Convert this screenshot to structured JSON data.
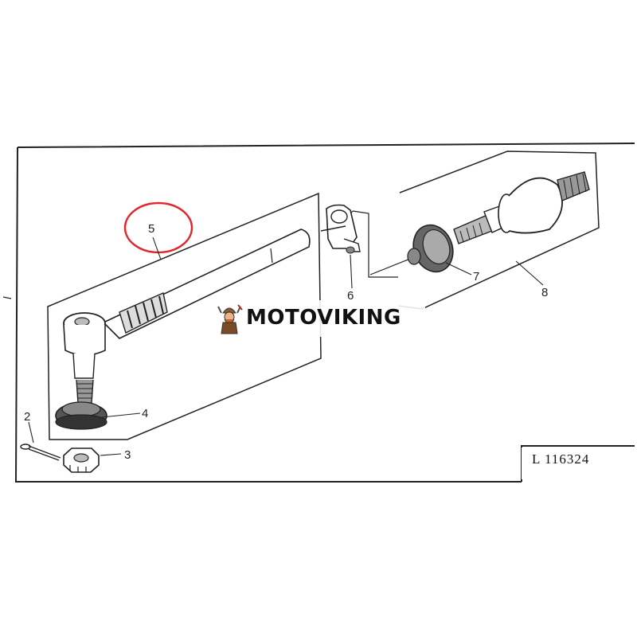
{
  "diagram": {
    "reference_code": "L 116324",
    "callouts": [
      {
        "id": "1",
        "label": ""
      },
      {
        "id": "2",
        "label": "2"
      },
      {
        "id": "3",
        "label": "3"
      },
      {
        "id": "4",
        "label": "4"
      },
      {
        "id": "5",
        "label": "5"
      },
      {
        "id": "6",
        "label": "6"
      },
      {
        "id": "7",
        "label": "7"
      },
      {
        "id": "8",
        "label": "8"
      }
    ],
    "highlight_color": "#e0282c"
  },
  "watermark": {
    "brand": "MOTOVIKING"
  }
}
